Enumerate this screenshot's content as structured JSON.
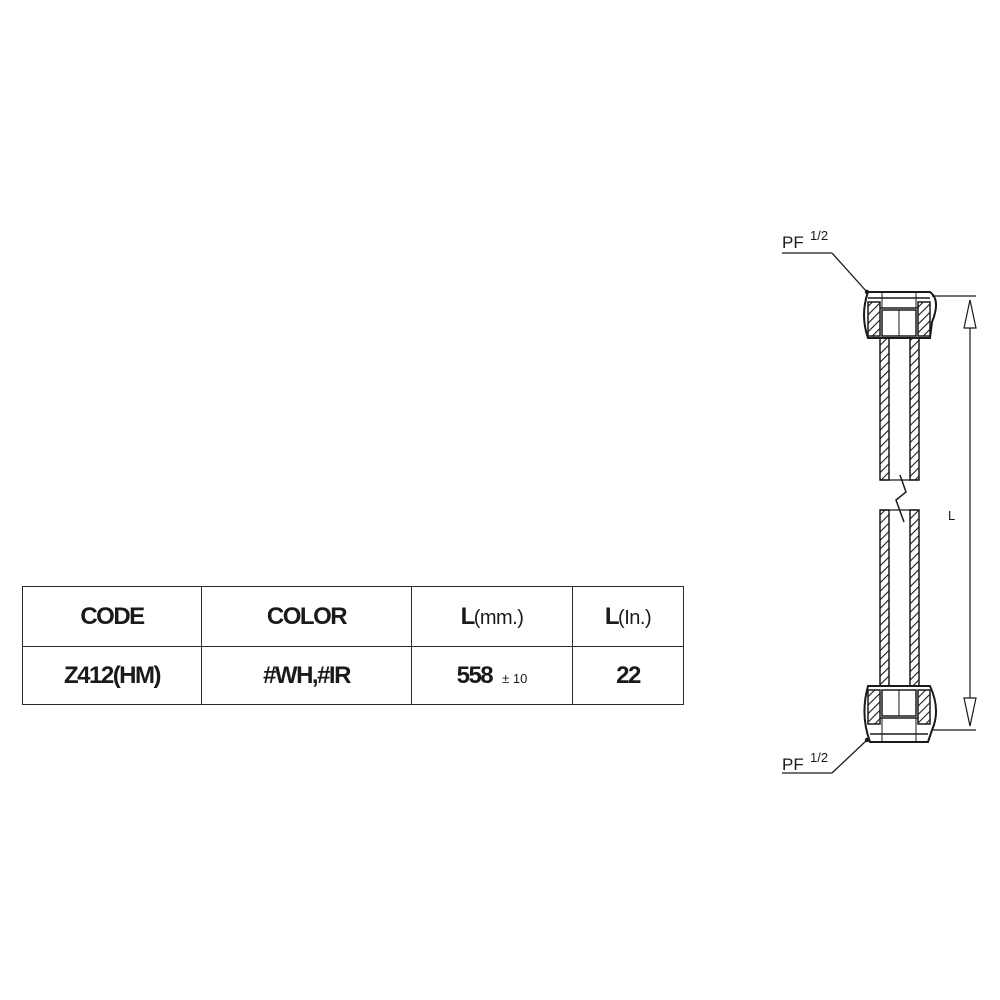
{
  "table": {
    "headers": {
      "code": "CODE",
      "color": "COLOR",
      "length_mm": "L",
      "length_mm_unit": "(mm.)",
      "length_in": "L",
      "length_in_unit": "(In.)"
    },
    "rows": [
      {
        "code": "Z412(HM)",
        "color": "#WH,#IR",
        "length_mm": "558",
        "tolerance": "± 10",
        "length_in": "22"
      }
    ]
  },
  "drawing": {
    "thread_top": "PF",
    "thread_top_fraction": "1/2",
    "thread_bottom": "PF",
    "thread_bottom_fraction": "1/2",
    "dimension_label": "L"
  }
}
